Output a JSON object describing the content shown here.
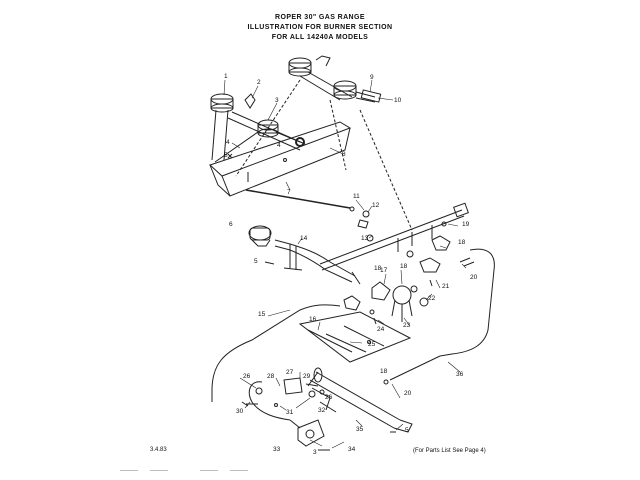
{
  "title": {
    "line1": "ROPER 30\" GAS RANGE",
    "line2": "ILLUSTRATION FOR BURNER SECTION",
    "line3": "FOR ALL 14240A MODELS"
  },
  "footer": {
    "code": "3.4.83",
    "note": "(For Parts List See Page 4)"
  },
  "callouts": [
    "1",
    "2",
    "3",
    "4",
    "5",
    "6",
    "7",
    "8",
    "9",
    "10",
    "11",
    "12",
    "13",
    "14",
    "15",
    "16",
    "17",
    "18",
    "19",
    "20",
    "21",
    "22",
    "23",
    "24",
    "25",
    "26",
    "27",
    "28",
    "29",
    "30",
    "31",
    "32",
    "33",
    "34",
    "35",
    "36"
  ],
  "callout_overrides": {
    "33": "33",
    "34": "34"
  }
}
